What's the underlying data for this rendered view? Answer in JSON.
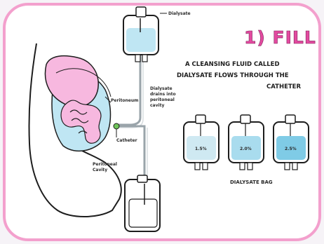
{
  "heading": {
    "step": "1) FILL",
    "lines": [
      "A CLEANSING FLUID CALLED",
      "DIALYSATE FLOWS THROUGH THE",
      "CATHETER"
    ]
  },
  "labels": {
    "dialysate": "Dialysate",
    "peritoneum": "Peritoneum",
    "drains_line1": "Dialysate",
    "drains_line2": "drains into",
    "drains_line3": "peritoneal",
    "drains_line4": "cavity",
    "catheter": "Catheter",
    "cavity_line1": "Peritoneal",
    "cavity_line2": "Cavity"
  },
  "bags": [
    {
      "concentration": "1.5%",
      "fill_color": "#cfe9f2"
    },
    {
      "concentration": "2.0%",
      "fill_color": "#a9dcee"
    },
    {
      "concentration": "2.5%",
      "fill_color": "#7fcbe6"
    }
  ],
  "bags_caption": "DIALYSATE BAG",
  "colors": {
    "accent": "#e34aa0",
    "frame": "#f3a0cd",
    "organ": "#f7b8df",
    "fluid": "#bfe6f3",
    "catheter_node": "#6fc45a"
  }
}
